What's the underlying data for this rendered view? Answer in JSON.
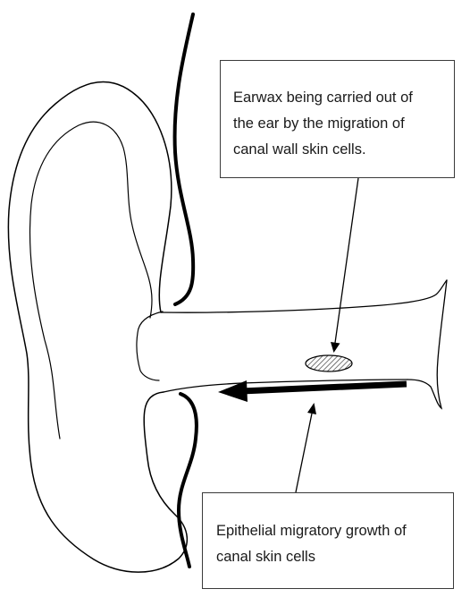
{
  "labels": {
    "earwax": {
      "lines": [
        "Earwax being carried out of",
        "the ear by the migration of",
        "canal wall skin cells."
      ]
    },
    "epithelial": {
      "lines": [
        "Epithelial migratory growth of",
        "canal skin cells"
      ]
    }
  },
  "colors": {
    "stroke": "#000000",
    "wax_fill": "#b0b0b0",
    "text": "#1a1a1a"
  }
}
